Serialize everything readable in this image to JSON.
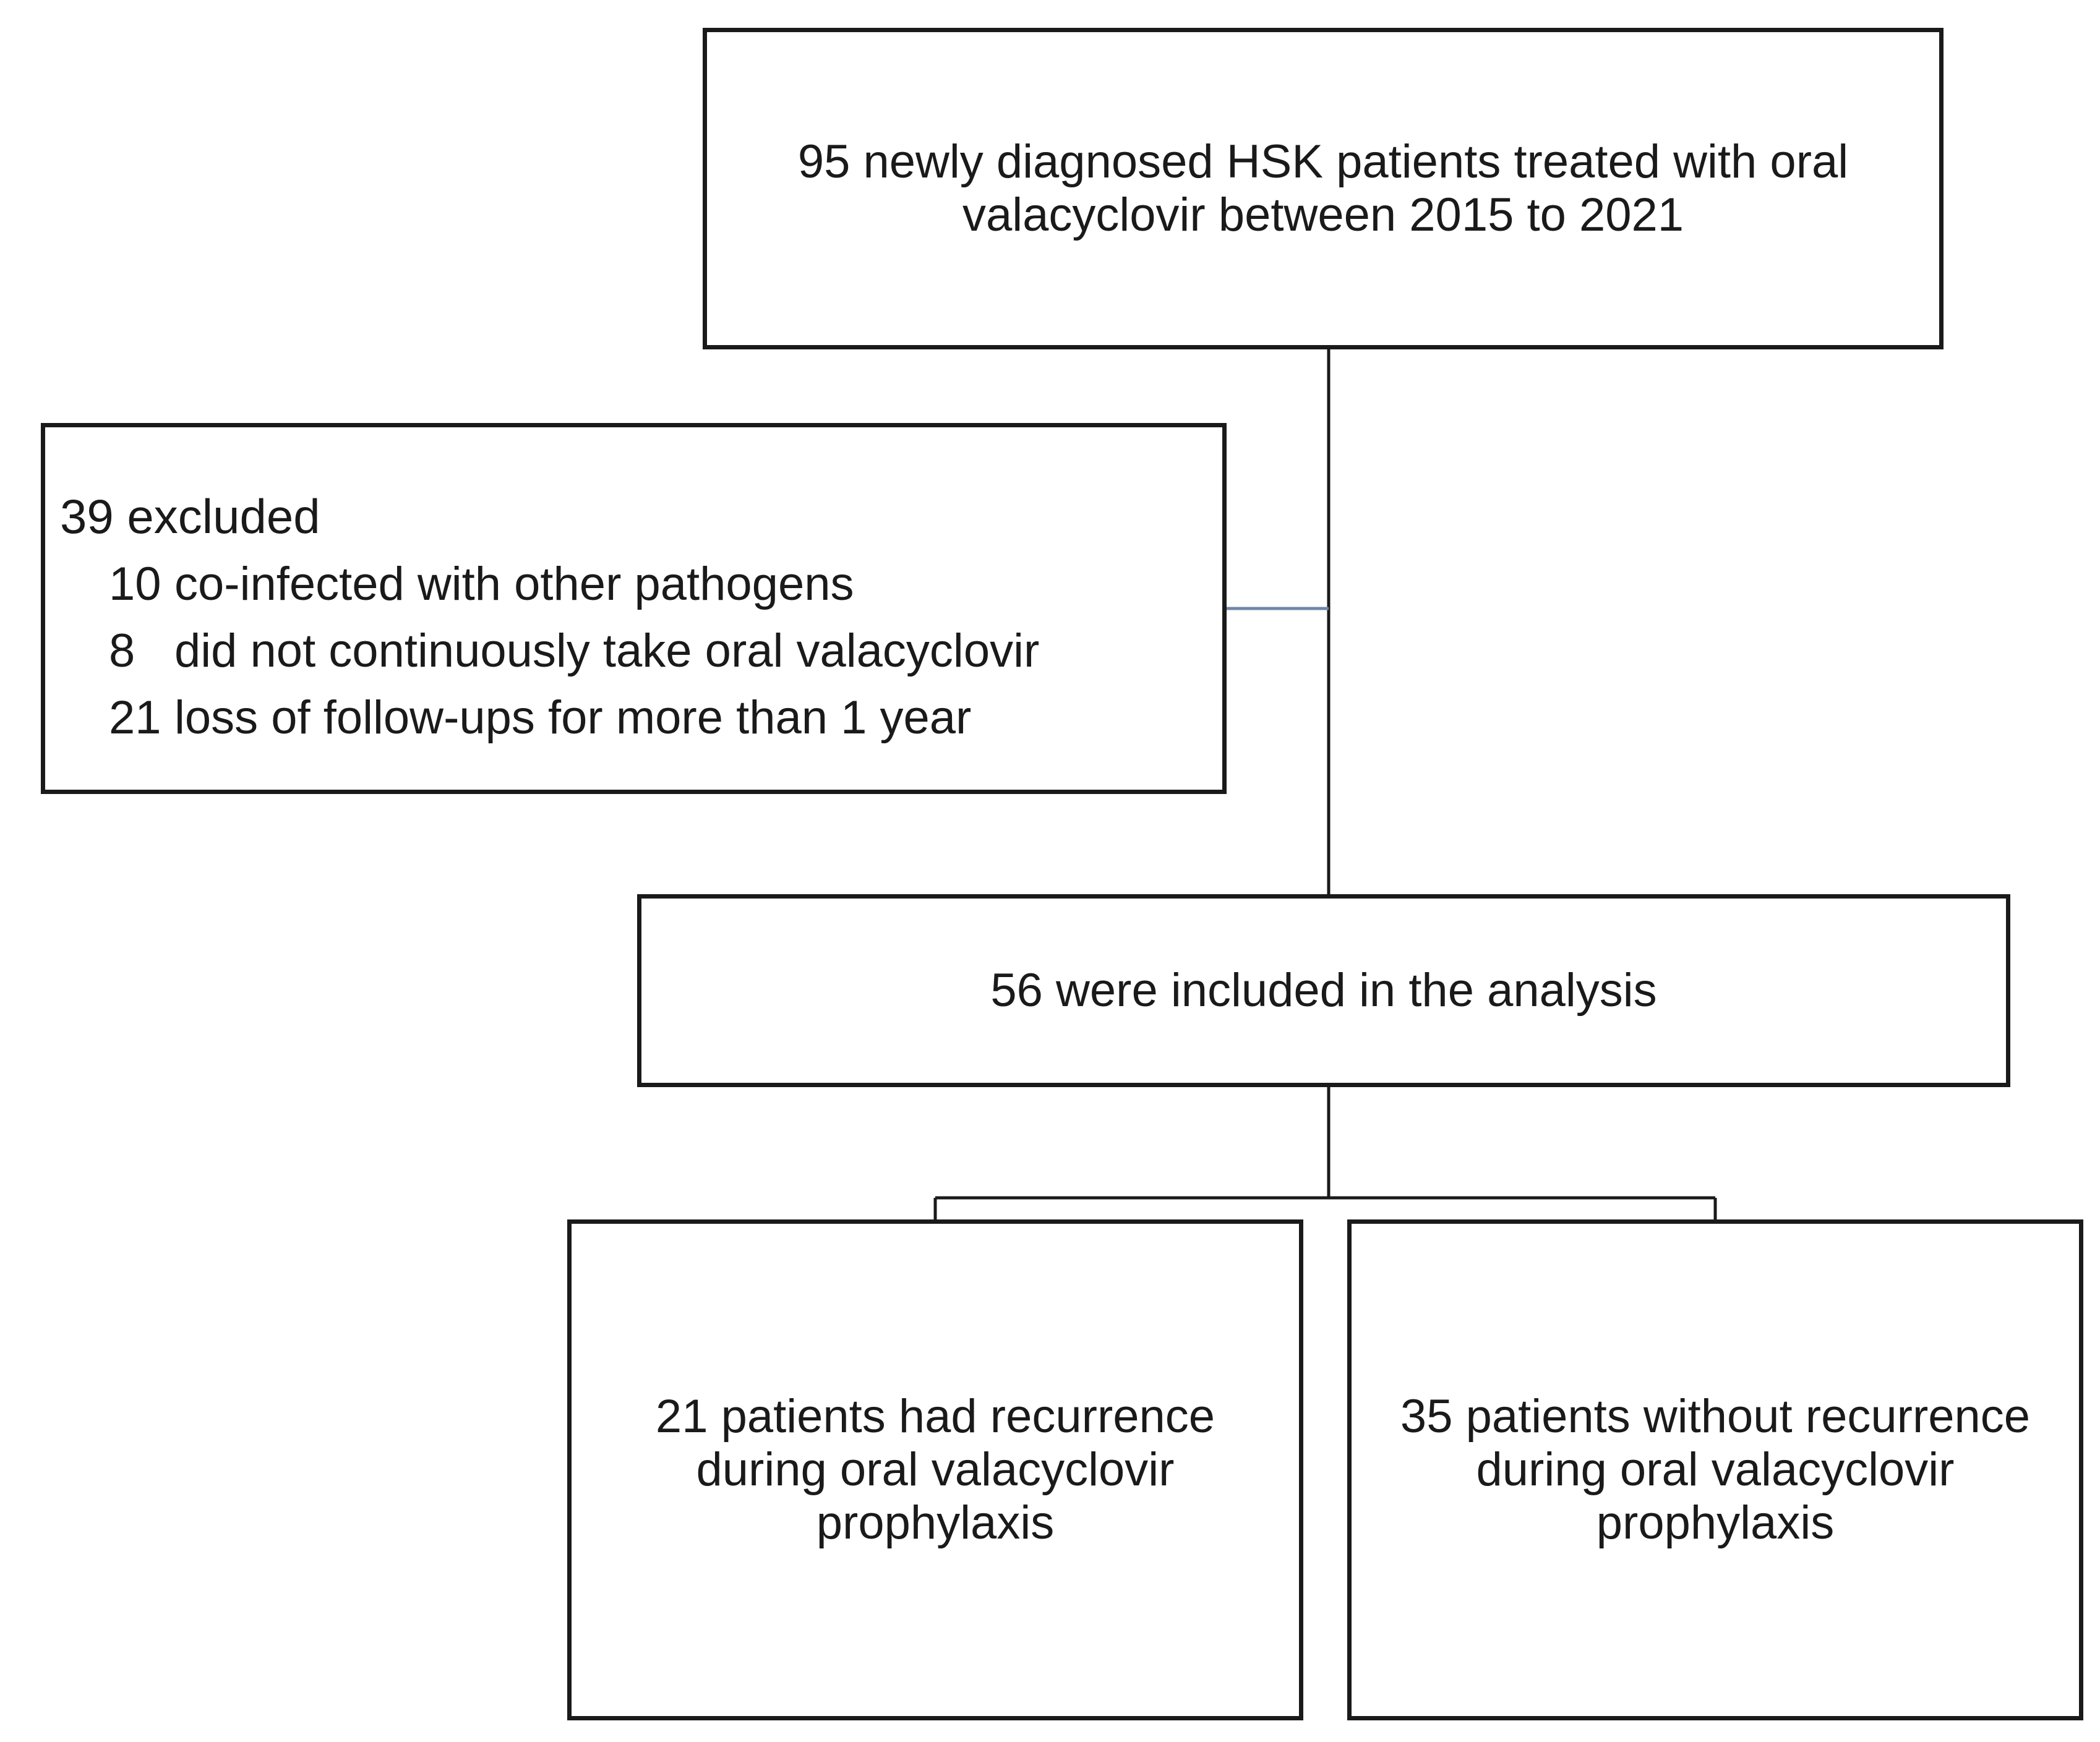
{
  "flowchart": {
    "start": {
      "lines": [
        "95 newly  diagnosed HSK patients treated with oral",
        "valacyclovir  between 2015 to 2021"
      ]
    },
    "excluded": {
      "title": "39 excluded",
      "items": [
        {
          "count": "10",
          "reason": "co-infected with other pathogens"
        },
        {
          "count": "8",
          "reason": "did not continuously take oral valacyclovir"
        },
        {
          "count": "21",
          "reason": "loss of follow-ups for more than 1 year"
        }
      ]
    },
    "included": {
      "text": "56 were included in the analysis"
    },
    "outcomes": [
      {
        "lines": [
          "21 patients had recurrence",
          "during oral valacyclovir",
          "prophylaxis"
        ]
      },
      {
        "lines": [
          "35 patients without recurrence",
          "during oral valacyclovir",
          "prophylaxis"
        ]
      }
    ],
    "colors": {
      "stroke": "#1a1a1a",
      "exclusion_connector": "#6f86a8"
    }
  }
}
